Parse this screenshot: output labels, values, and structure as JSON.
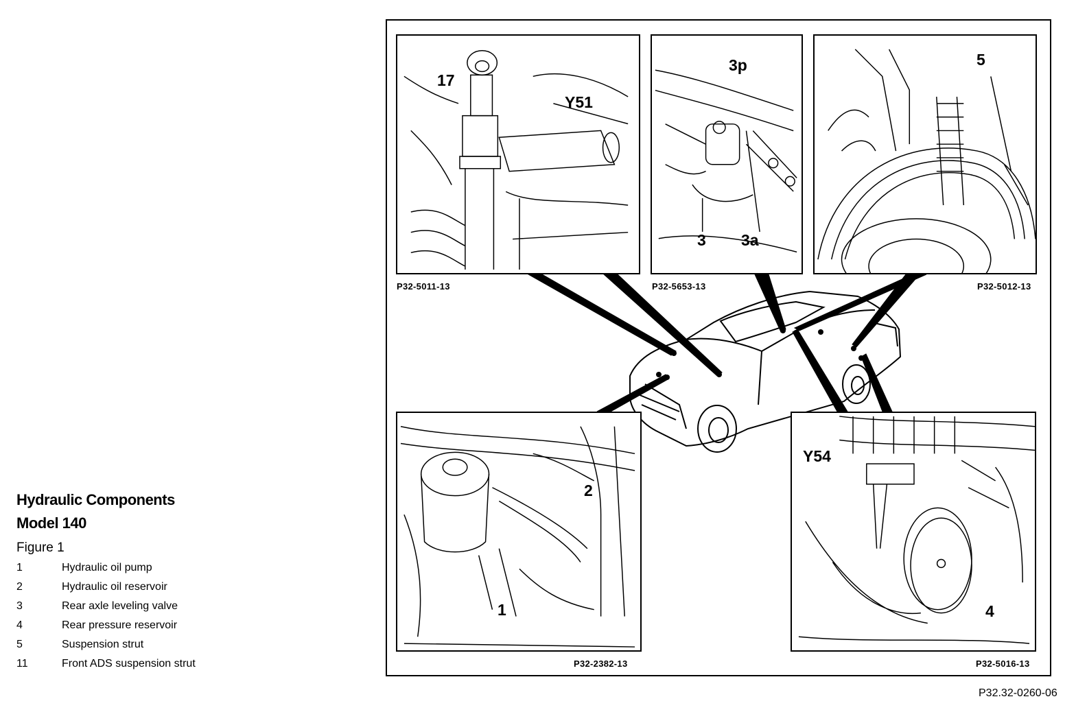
{
  "legend": {
    "title_line1": "Hydraulic Components",
    "title_line2": "Model 140",
    "figure_label": "Figure 1",
    "items": [
      {
        "num": "1",
        "label": "Hydraulic oil pump"
      },
      {
        "num": "2",
        "label": "Hydraulic oil reservoir"
      },
      {
        "num": "3",
        "label": "Rear axle leveling valve"
      },
      {
        "num": "4",
        "label": "Rear pressure reservoir"
      },
      {
        "num": "5",
        "label": "Suspension strut"
      },
      {
        "num": "11",
        "label": "Front ADS suspension strut"
      }
    ]
  },
  "panels": {
    "top_left": {
      "code": "P32-5011-13",
      "callouts": [
        "17",
        "Y51"
      ]
    },
    "top_center": {
      "code": "P32-5653-13",
      "callouts": [
        "3p",
        "3",
        "3a"
      ]
    },
    "top_right": {
      "code": "P32-5012-13",
      "callouts": [
        "5"
      ]
    },
    "bottom_left": {
      "code": "P32-2382-13",
      "callouts": [
        "2",
        "1"
      ]
    },
    "bottom_right": {
      "code": "P32-5016-13",
      "callouts": [
        "Y54",
        "4"
      ]
    }
  },
  "figure_reference": "P32.32-0260-06"
}
